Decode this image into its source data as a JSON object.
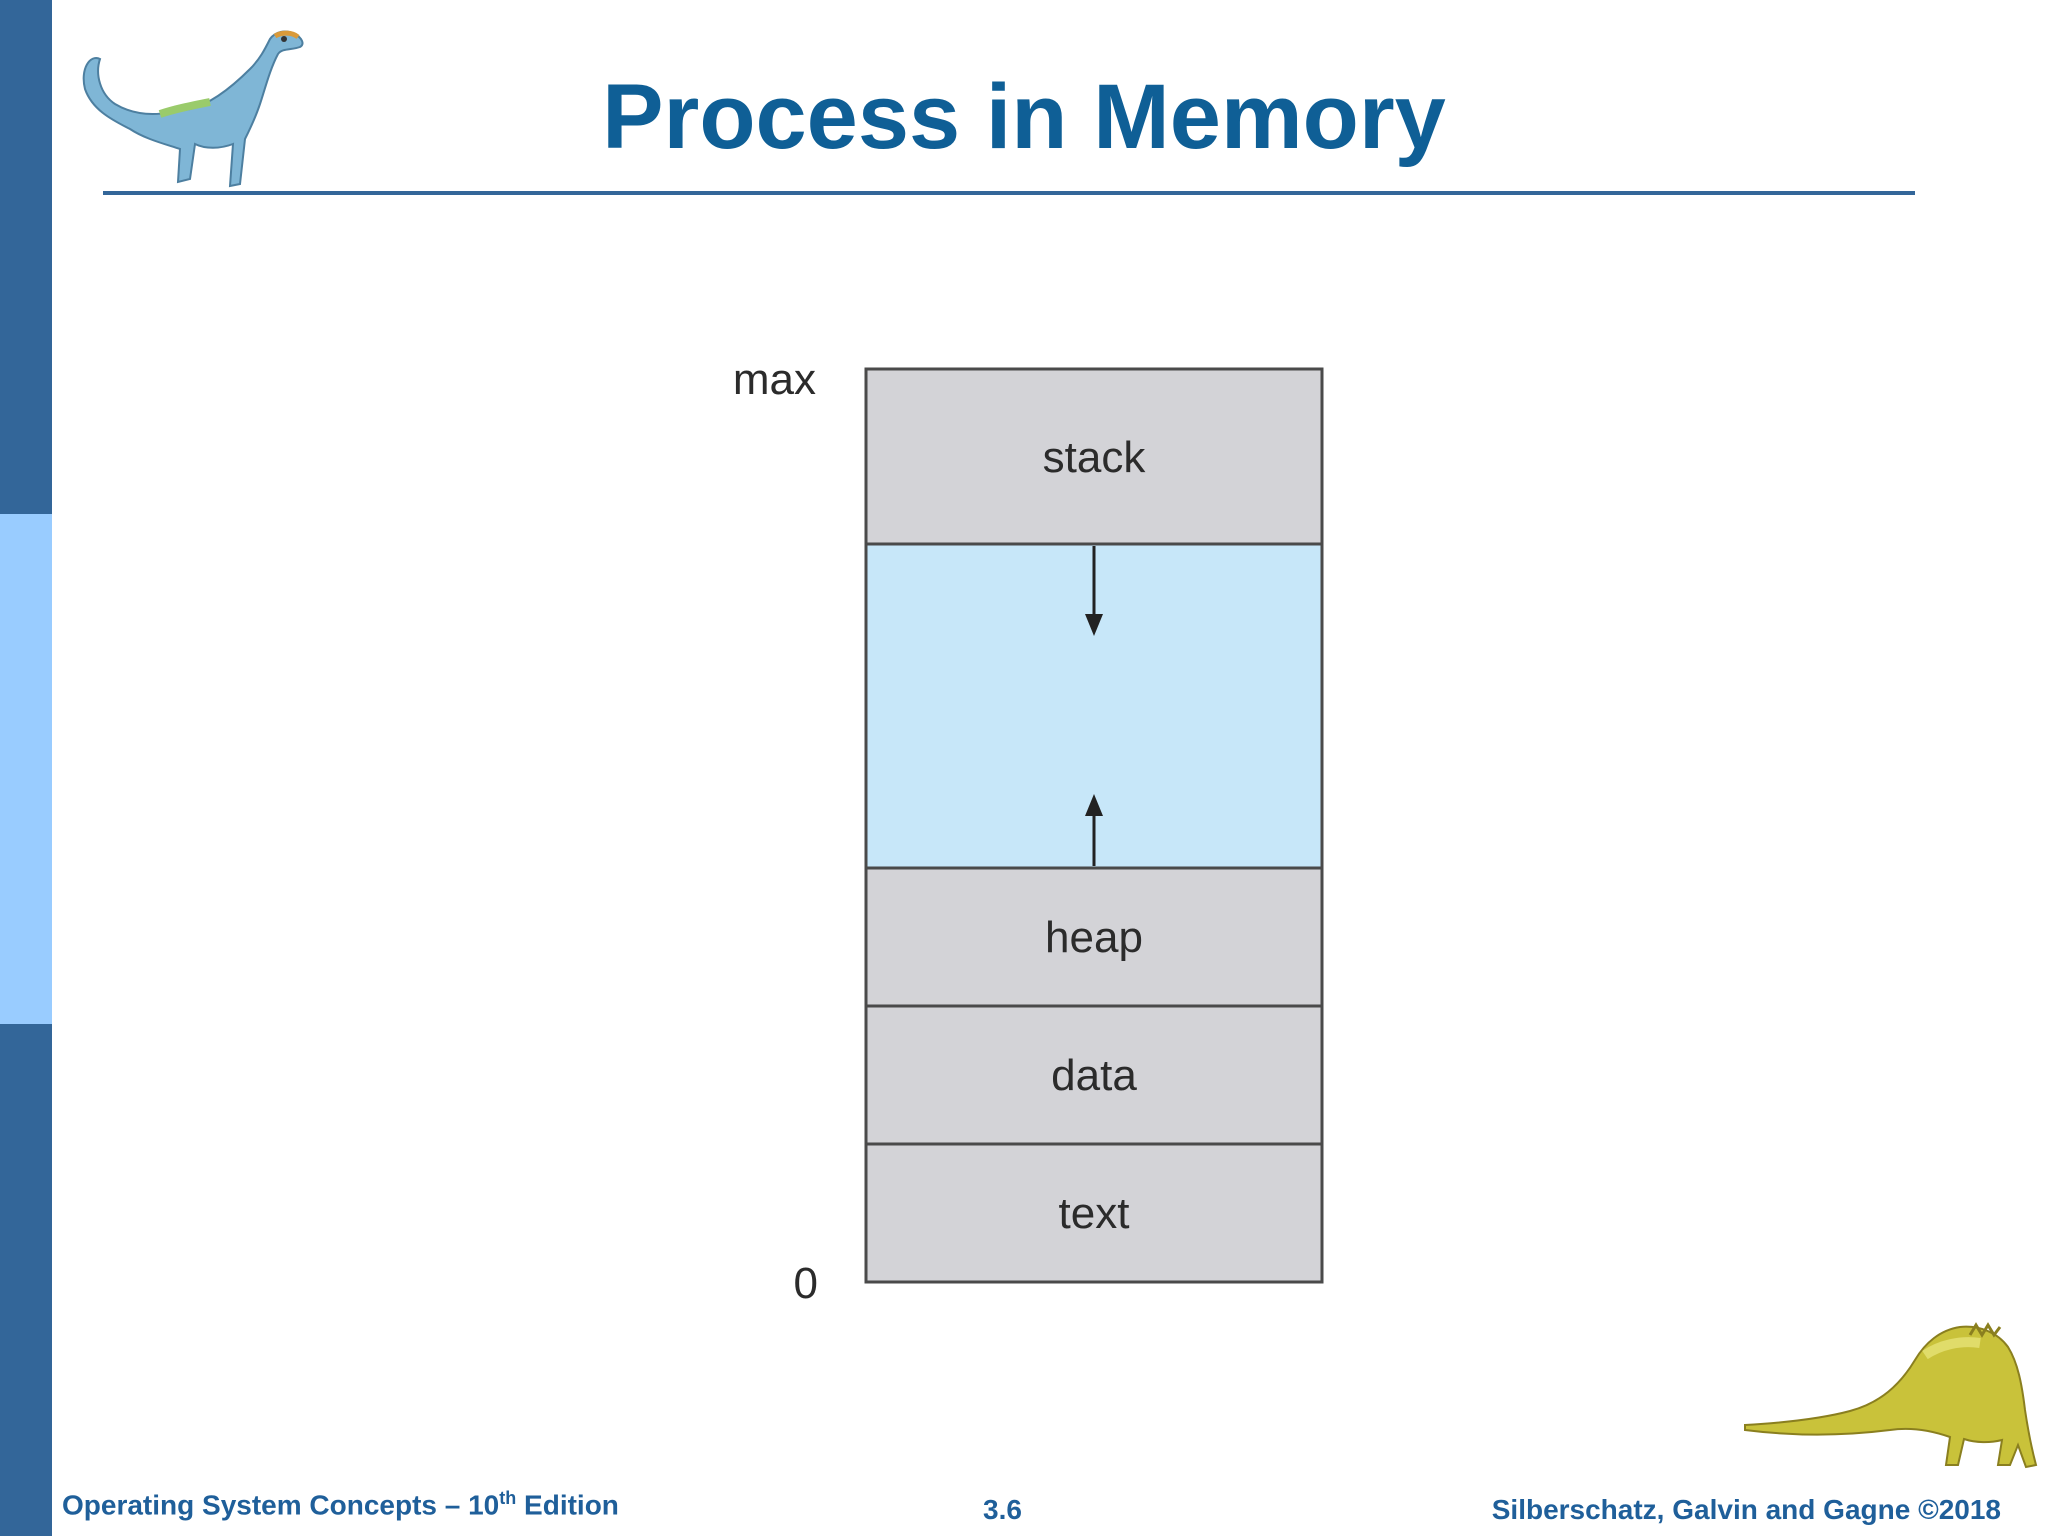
{
  "slide": {
    "title": "Process in Memory",
    "colors": {
      "title": "#0f5f96",
      "sidebar_dark": "#336699",
      "sidebar_light": "#99ccff"
    }
  },
  "diagram": {
    "top_address": "max",
    "bottom_address": "0",
    "segments": [
      {
        "label": "stack",
        "fill": "#d3d3d7"
      },
      {
        "label": "",
        "fill": "#c7e7f9"
      },
      {
        "label": "heap",
        "fill": "#d3d3d7"
      },
      {
        "label": "data",
        "fill": "#d3d3d7"
      },
      {
        "label": "text",
        "fill": "#d3d3d7"
      }
    ]
  },
  "footer": {
    "left_prefix": "Operating System Concepts – 10",
    "left_sup": "th",
    "left_suffix": " Edition",
    "page_number": "3.6",
    "right": "Silberschatz, Galvin and Gagne ©2018"
  }
}
